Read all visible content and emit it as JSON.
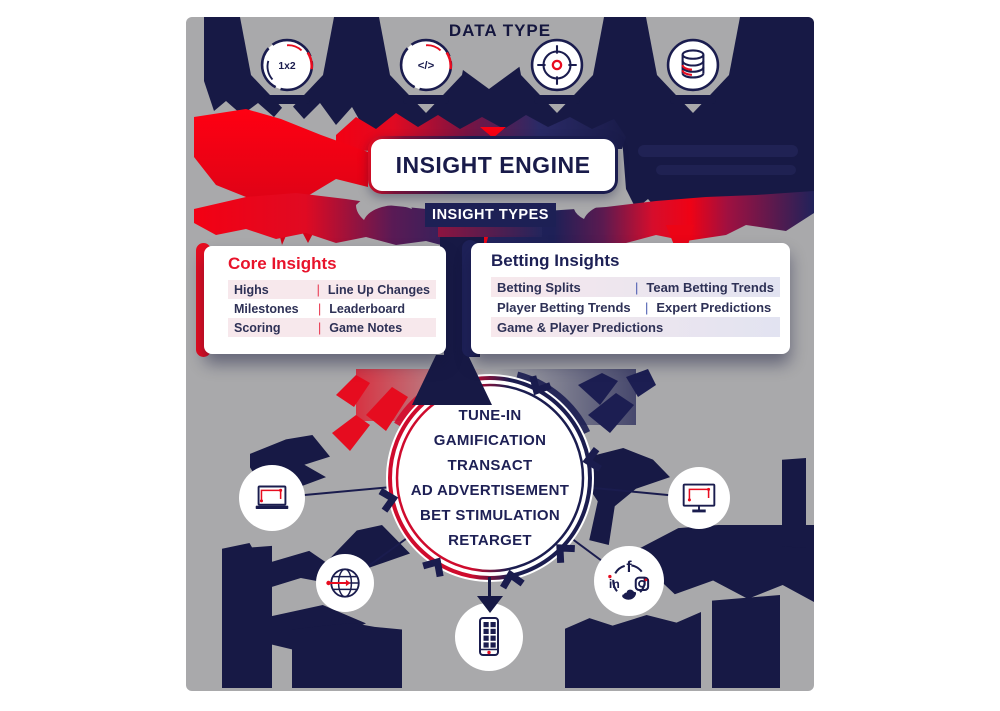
{
  "theme": {
    "navy": "#1a1c4e",
    "navy-deep": "#171945",
    "red": "#e80c1f",
    "red-bright": "#f80012",
    "gray": "#a9a9ab",
    "row-pink": "#f7e8ec",
    "row-lavender": "#e2e3f1"
  },
  "top": {
    "title": "DATA TYPE",
    "sources": [
      {
        "icon": "odds-1x2-icon",
        "label": "1x2"
      },
      {
        "icon": "code-icon",
        "label": "</>"
      },
      {
        "icon": "target-icon",
        "label": ""
      },
      {
        "icon": "database-icon",
        "label": ""
      }
    ]
  },
  "engine": {
    "title": "INSIGHT ENGINE",
    "subtitle": "INSIGHT TYPES"
  },
  "cards": {
    "core": {
      "title": "Core Insights",
      "divider": "|",
      "rows": [
        {
          "left": "Highs",
          "right": "Line Up Changes"
        },
        {
          "left": "Milestones",
          "right": "Leaderboard"
        },
        {
          "left": "Scoring",
          "right": "Game Notes"
        }
      ]
    },
    "betting": {
      "title": "Betting Insights",
      "divider": "|",
      "rows": [
        {
          "left": "Betting Splits",
          "right": "Team Betting Trends"
        },
        {
          "left": "Player Betting Trends",
          "right": "Expert Predictions"
        },
        {
          "left": "Game & Player Predictions",
          "right": ""
        }
      ]
    }
  },
  "circle": {
    "items": [
      "TUNE-IN",
      "GAMIFICATION",
      "TRANSACT",
      "AD ADVERTISEMENT",
      "BET STIMULATION",
      "RETARGET"
    ]
  },
  "channels": [
    {
      "icon": "laptop-icon"
    },
    {
      "icon": "globe-icon"
    },
    {
      "icon": "mobile-app-icon"
    },
    {
      "icon": "social-media-icon"
    },
    {
      "icon": "tv-monitor-icon"
    }
  ]
}
